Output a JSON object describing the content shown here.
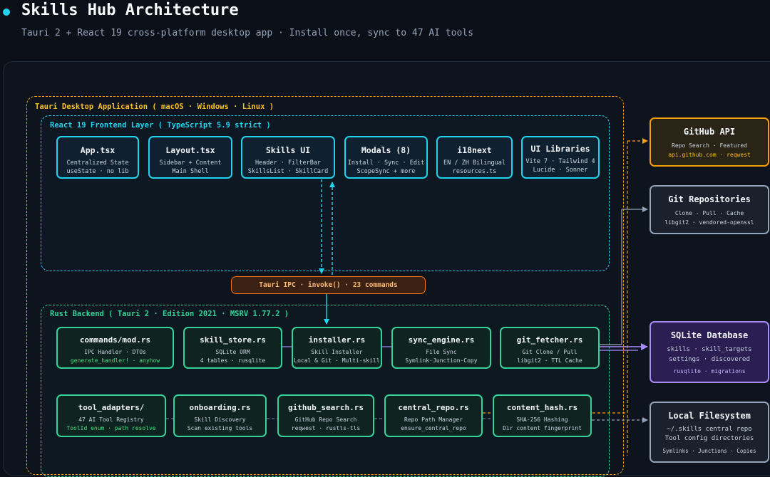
{
  "header": {
    "title": "Skills Hub Architecture",
    "subtitle": "Tauri 2 + React 19 cross-platform desktop app · Install once, sync to 47 AI tools"
  },
  "groups": {
    "app": "Tauri Desktop Application ( macOS · Windows · Linux )",
    "frontend": "React 19 Frontend Layer ( TypeScript 5.9 strict )",
    "backend": "Rust Backend ( Tauri 2 · Edition 2021 · MSRV 1.77.2 )"
  },
  "frontend_nodes": [
    {
      "title": "App.tsx",
      "lines": [
        "Centralized State",
        "useState · no lib"
      ]
    },
    {
      "title": "Layout.tsx",
      "lines": [
        "Sidebar + Content",
        "Main Shell"
      ]
    },
    {
      "title": "Skills UI",
      "lines": [
        "Header · FilterBar",
        "SkillsList · SkillCard"
      ]
    },
    {
      "title": "Modals (8)",
      "lines": [
        "Install · Sync · Edit",
        "ScopeSync + more"
      ]
    },
    {
      "title": "i18next",
      "lines": [
        "EN / ZH Bilingual",
        "resources.ts"
      ]
    },
    {
      "title": "UI Libraries",
      "lines": [
        "Vite 7 · Tailwind 4",
        "Lucide · Sonner"
      ]
    }
  ],
  "ipc": {
    "label": "Tauri IPC · invoke() · 23 commands"
  },
  "backend_nodes_row1": [
    {
      "title": "commands/mod.rs",
      "lines": [
        "IPC Handler · DTOs"
      ],
      "accent": "generate_handler! · anyhow"
    },
    {
      "title": "skill_store.rs",
      "lines": [
        "SQLite ORM",
        "4 tables · rusqlite"
      ],
      "accent": ""
    },
    {
      "title": "installer.rs",
      "lines": [
        "Skill Installer",
        "Local & Git · Multi-skill"
      ],
      "accent": ""
    },
    {
      "title": "sync_engine.rs",
      "lines": [
        "File Sync",
        "Symlink·Junction·Copy"
      ],
      "accent": ""
    },
    {
      "title": "git_fetcher.rs",
      "lines": [
        "Git Clone / Pull",
        "libgit2 · TTL Cache"
      ],
      "accent": ""
    }
  ],
  "backend_nodes_row2": [
    {
      "title": "tool_adapters/",
      "lines": [
        "47 AI Tool Registry"
      ],
      "accent": "ToolId enum · path resolve"
    },
    {
      "title": "onboarding.rs",
      "lines": [
        "Skill Discovery",
        "Scan existing tools"
      ],
      "accent": ""
    },
    {
      "title": "github_search.rs",
      "lines": [
        "GitHub Repo Search",
        "reqwest · rustls-tls"
      ],
      "accent": ""
    },
    {
      "title": "central_repo.rs",
      "lines": [
        "Repo Path Manager",
        "ensure_central_repo"
      ],
      "accent": ""
    },
    {
      "title": "content_hash.rs",
      "lines": [
        "SHA-256 Hashing",
        "Dir content fingerprint"
      ],
      "accent": ""
    }
  ],
  "external": {
    "github": {
      "title": "GitHub API",
      "line": "Repo Search · Featured",
      "accent": "api.github.com · reqwest"
    },
    "git": {
      "title": "Git Repositories",
      "line1": "Clone · Pull · Cache",
      "line2": "libgit2 · vendored-openssl"
    },
    "sqlite": {
      "title": "SQLite Database",
      "line1": "skills · skill_targets",
      "line2": "settings · discovered",
      "accent": "rusqlite · migrations"
    },
    "fs": {
      "title": "Local Filesystem",
      "line1": "~/.skills central repo",
      "line2": "Tool config directories",
      "line3": "Symlinks · Junctions · Copies"
    }
  },
  "colors": {
    "background": "#0b1018",
    "app_border": "#f59e0b",
    "frontend": "#22d3ee",
    "backend": "#34d399",
    "ipc": "#f97316",
    "sqlite": "#a78bfa",
    "neutral": "#94a3b8"
  }
}
